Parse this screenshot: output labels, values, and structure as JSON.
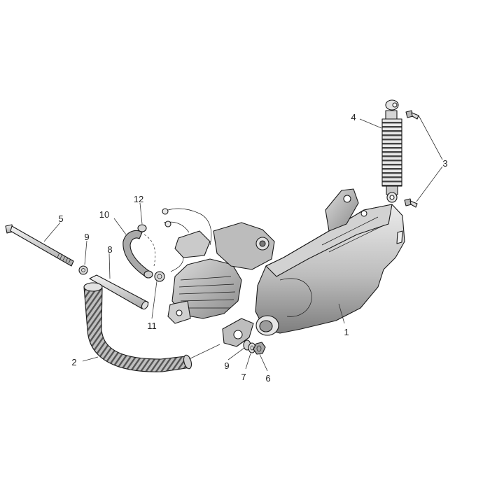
{
  "diagram": {
    "callouts": [
      {
        "id": "c1",
        "label": "1"
      },
      {
        "id": "c2",
        "label": "2"
      },
      {
        "id": "c3",
        "label": "3"
      },
      {
        "id": "c4",
        "label": "4"
      },
      {
        "id": "c5",
        "label": "5"
      },
      {
        "id": "c6",
        "label": "6"
      },
      {
        "id": "c7",
        "label": "7"
      },
      {
        "id": "c8",
        "label": "8"
      },
      {
        "id": "c9a",
        "label": "9"
      },
      {
        "id": "c9b",
        "label": "9"
      },
      {
        "id": "c10",
        "label": "10"
      },
      {
        "id": "c11",
        "label": "11"
      },
      {
        "id": "c12",
        "label": "12"
      }
    ],
    "colors": {
      "line": "#1a1a1a",
      "body_light": "#e6e6e6",
      "body_mid": "#c4c4c4",
      "body_dark": "#8e8e8e",
      "hose": "#9a9a9a"
    }
  }
}
